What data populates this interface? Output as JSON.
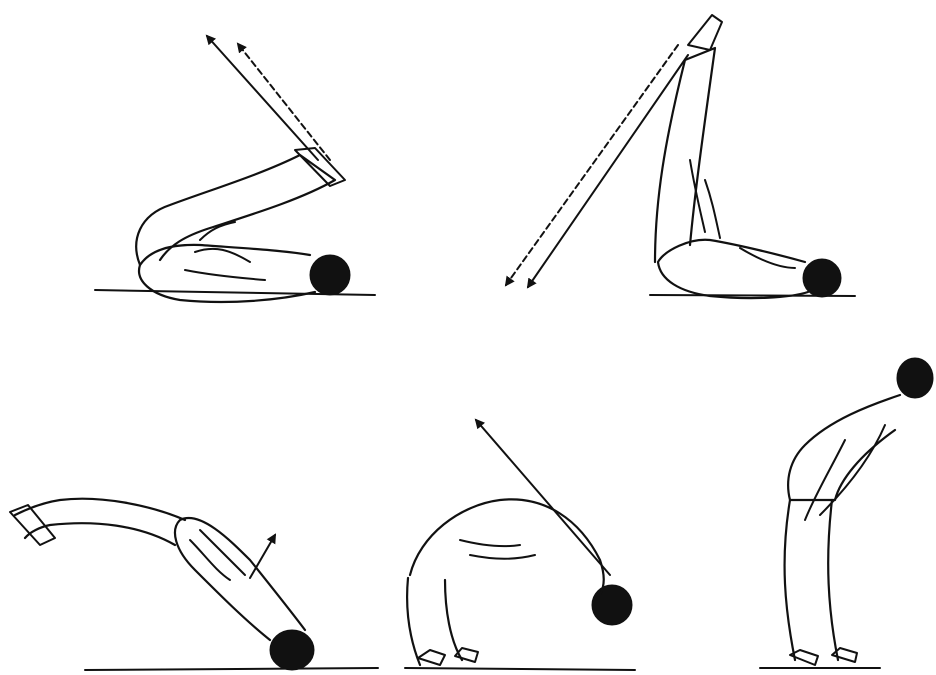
{
  "illustration": {
    "figures": [
      {
        "id": "fig1",
        "pose": "lying-legs-raised-over",
        "arrows": [
          "solid",
          "dashed"
        ]
      },
      {
        "id": "fig2",
        "pose": "lying-legs-vertical",
        "arrows": [
          "solid",
          "dashed"
        ]
      },
      {
        "id": "fig3",
        "pose": "rolling-backward",
        "arrows": [
          "solid"
        ]
      },
      {
        "id": "fig4",
        "pose": "backbend-bridge",
        "arrows": [
          "solid"
        ]
      },
      {
        "id": "fig5",
        "pose": "standing-leaning-back",
        "arrows": []
      }
    ],
    "colors": {
      "ink": "#111111",
      "paper": "#ffffff"
    }
  }
}
